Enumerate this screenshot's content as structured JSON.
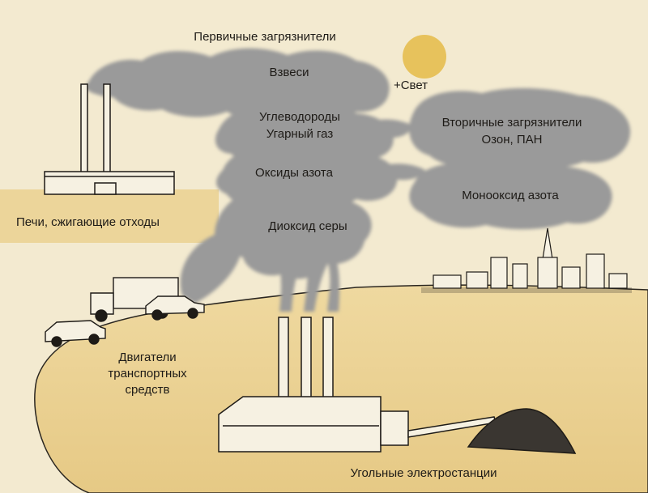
{
  "labels": {
    "primary": "Первичные загрязнители",
    "suspensions": "Взвеси",
    "light": "+Свет",
    "hydrocarbons": "Углеводороды",
    "carbon_monoxide": "Угарный газ",
    "secondary_title": "Вторичные загрязнители",
    "secondary_items": "Озон, ПАН",
    "nitrogen_oxides": "Оксиды азота",
    "nitric_oxide": "Монооксид азота",
    "sulfur_dioxide": "Диоксид серы",
    "incinerators": "Печи, сжигающие отходы",
    "vehicles_line1": "Двигатели",
    "vehicles_line2": "транспортных",
    "vehicles_line3": "средств",
    "power_plants": "Угольные электростанции"
  },
  "colors": {
    "paper": "#f3ead0",
    "ground": "#ecd59a",
    "smoke": "#9a9a9a",
    "sun": "#e7c25c",
    "ink": "#1e1b17"
  }
}
